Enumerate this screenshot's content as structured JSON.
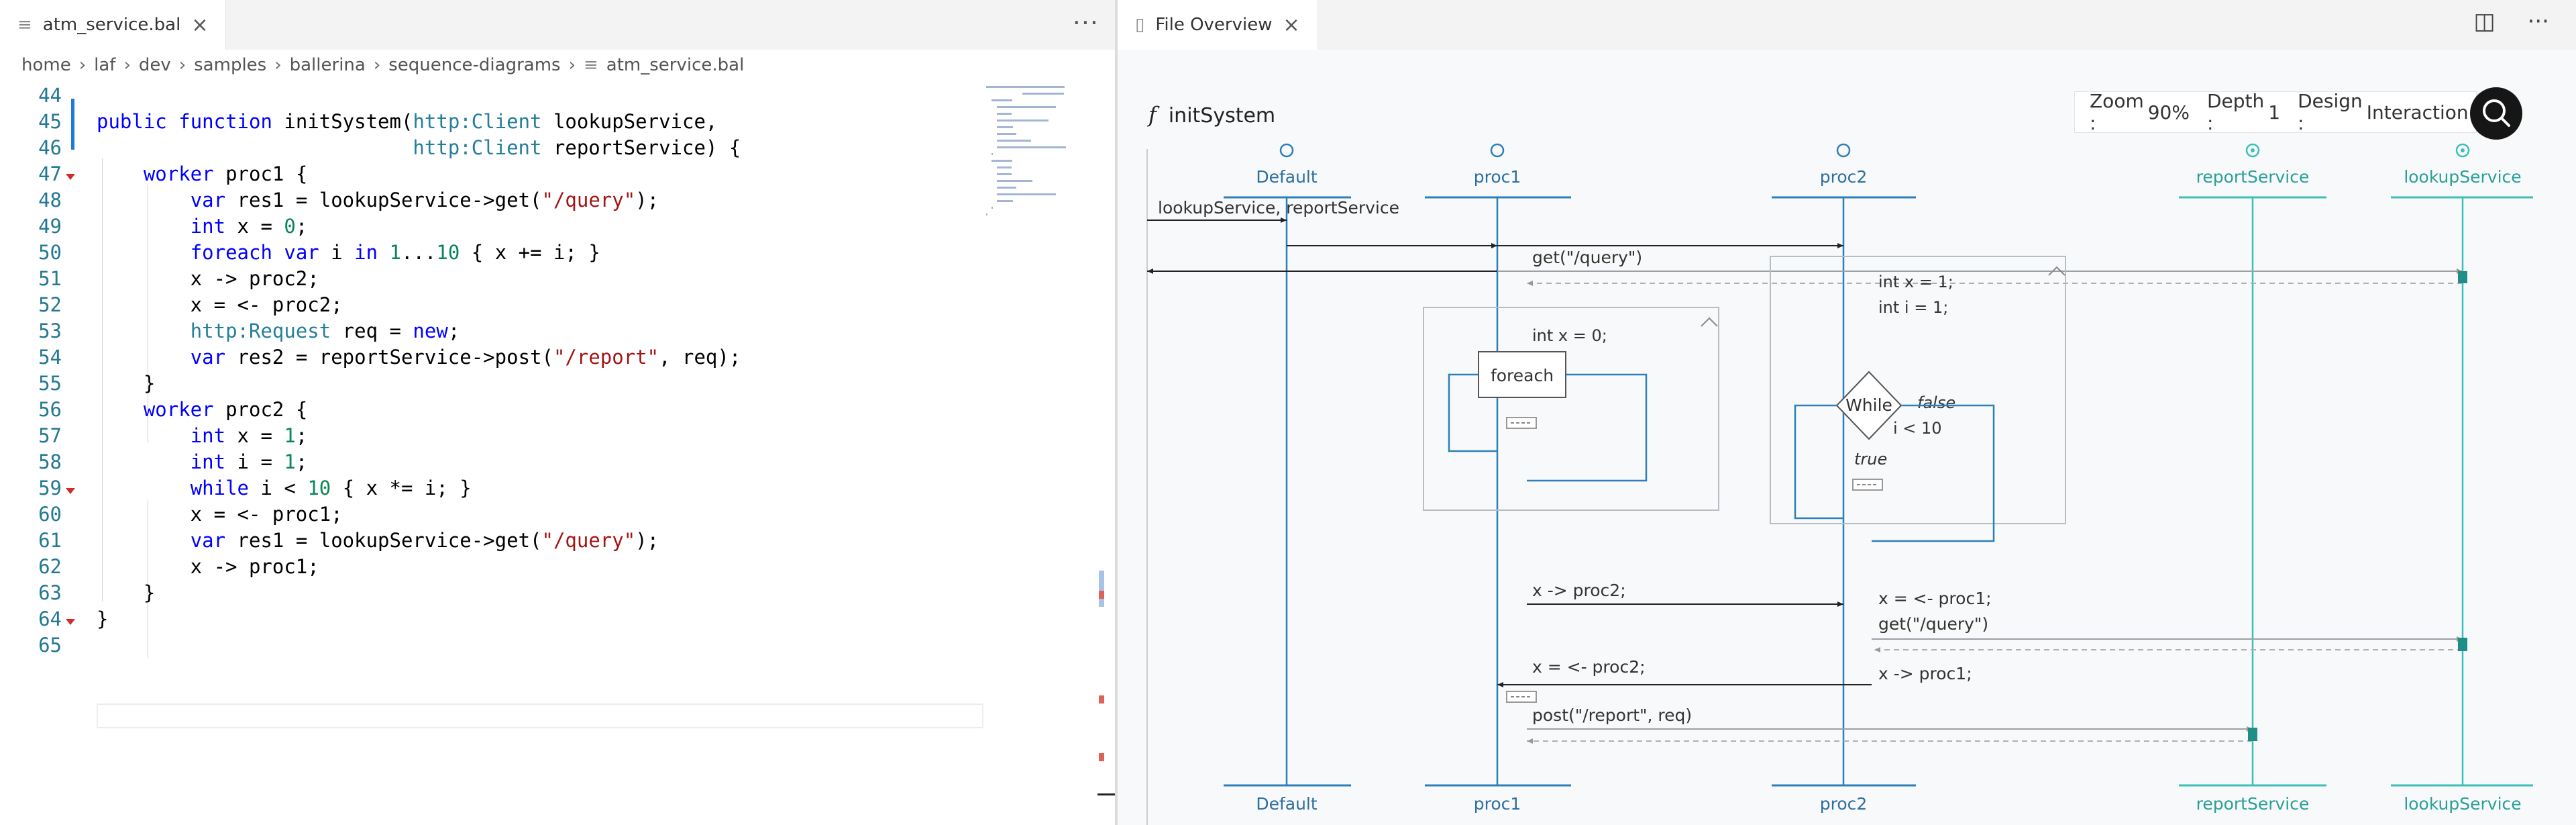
{
  "left": {
    "tab": {
      "label": "atm_service.bal",
      "close": "×"
    },
    "more": "···",
    "breadcrumb": [
      "home",
      "laf",
      "dev",
      "samples",
      "ballerina",
      "sequence-diagrams",
      "atm_service.bal"
    ],
    "lines": [
      {
        "n": "44",
        "t": ""
      },
      {
        "n": "45",
        "t": "public function initSystem(http:Client lookupService,"
      },
      {
        "n": "46",
        "t": "                           http:Client reportService) {"
      },
      {
        "n": "47",
        "t": "    worker proc1 {"
      },
      {
        "n": "48",
        "t": "        var res1 = lookupService->get(\"/query\");"
      },
      {
        "n": "49",
        "t": "        int x = 0;"
      },
      {
        "n": "50",
        "t": "        foreach var i in 1...10 { x += i; }"
      },
      {
        "n": "51",
        "t": "        x -> proc2;"
      },
      {
        "n": "52",
        "t": "        x = <- proc2;"
      },
      {
        "n": "53",
        "t": "        http:Request req = new;"
      },
      {
        "n": "54",
        "t": "        var res2 = reportService->post(\"/report\", req);"
      },
      {
        "n": "55",
        "t": "    }"
      },
      {
        "n": "56",
        "t": "    worker proc2 {"
      },
      {
        "n": "57",
        "t": "        int x = 1;"
      },
      {
        "n": "58",
        "t": "        int i = 1;"
      },
      {
        "n": "59",
        "t": "        while i < 10 { x *= i; }"
      },
      {
        "n": "60",
        "t": "        x = <- proc1;"
      },
      {
        "n": "61",
        "t": "        var res1 = lookupService->get(\"/query\");"
      },
      {
        "n": "62",
        "t": "        x -> proc1;"
      },
      {
        "n": "63",
        "t": "    }"
      },
      {
        "n": "64",
        "t": "}"
      },
      {
        "n": "65",
        "t": ""
      }
    ]
  },
  "right": {
    "tab": {
      "label": "File Overview",
      "close": "×"
    },
    "toolbar_icons": [
      "split-editor-icon",
      "more-icon"
    ],
    "more": "···",
    "split": "◫",
    "function_icon": "f",
    "function_name": "initSystem",
    "zoom": {
      "zoom_label": "Zoom :",
      "zoom_value": "90%",
      "depth_label": "Depth :",
      "depth_value": "1",
      "design_label": "Design :",
      "design_value": "Interaction"
    },
    "lifelines": [
      "Default",
      "proc1",
      "proc2",
      "reportService",
      "lookupService"
    ],
    "messages": {
      "params": "lookupService, reportService",
      "get_query": "get(\"/query\")",
      "int_x0": "int x = 0;",
      "foreach": "foreach",
      "int_x1": "int x = 1;",
      "int_i1": "int i = 1;",
      "while": "While",
      "false": "false",
      "cond": "i < 10",
      "true": "true",
      "x_to_proc2": "x -> proc2;",
      "x_from_proc1": "x = <- proc1;",
      "get_query2": "get(\"/query\")",
      "x_from_proc2": "x = <- proc2;",
      "x_to_proc1": "x -> proc1;",
      "post_report": "post(\"/report\", req)"
    },
    "colors": {
      "worker_line": "#2e7fb8",
      "endpoint_line": "#3cc0b6",
      "text": "#333333"
    }
  }
}
